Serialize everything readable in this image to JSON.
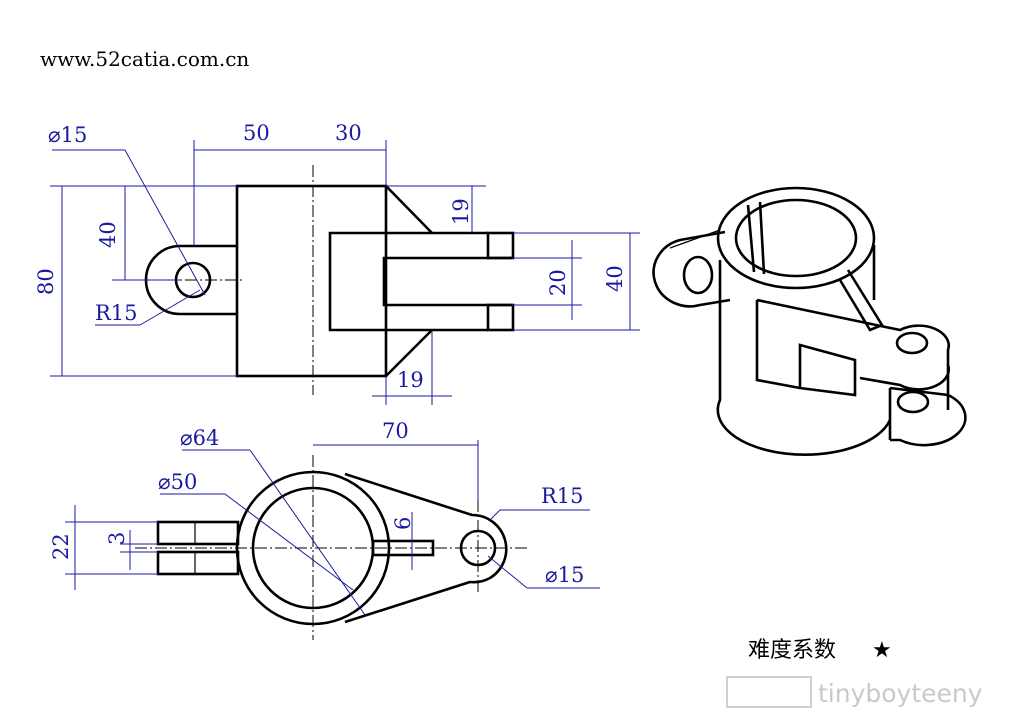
{
  "website": "www.52catia.com.cn",
  "dimensions": {
    "front_dia_hole": "⌀15",
    "front_len_50": "50",
    "front_len_30": "30",
    "front_h_40": "40",
    "front_h_80": "80",
    "front_r15": "R15",
    "front_chamfer_19_top": "19",
    "front_chamfer_19_bottom": "19",
    "front_slot_20": "20",
    "front_lug_40": "40",
    "top_dia_64": "⌀64",
    "top_dia_50": "⌀50",
    "top_len_70": "70",
    "top_r15": "R15",
    "top_dia_15": "⌀15",
    "top_gap_6": "6",
    "top_h_22": "22",
    "top_h_3": "3"
  },
  "difficulty_label": "难度系数",
  "difficulty_star": "★",
  "watermark": "tinyboyteeny"
}
